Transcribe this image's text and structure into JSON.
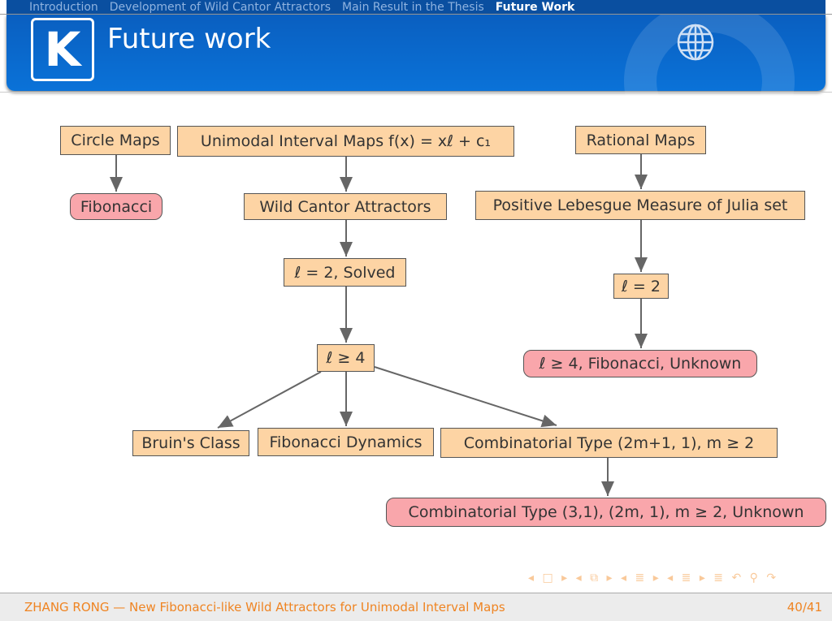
{
  "nav": {
    "items": [
      "Introduction",
      "Development of Wild Cantor Attractors",
      "Main Result in the Thesis",
      "Future Work"
    ],
    "active": 3
  },
  "header": {
    "title": "Future work",
    "logo_letter": "K"
  },
  "nodes": {
    "circle_maps": "Circle Maps",
    "unimodal": "Unimodal Interval Maps f(x) = xℓ + c₁",
    "rational": "Rational Maps",
    "fibonacci": "Fibonacci",
    "wild_cantor": "Wild Cantor Attractors",
    "lebesgue": "Positive Lebesgue Measure of Julia set",
    "l2_solved": "ℓ = 2, Solved",
    "l2": "ℓ = 2",
    "l4": "ℓ ≥ 4",
    "l4_unknown": "ℓ ≥ 4, Fibonacci, Unknown",
    "bruin": "Bruin's Class",
    "fib_dyn": "Fibonacci Dynamics",
    "comb_type": "Combinatorial Type (2m+1, 1), m ≥ 2",
    "comb_unknown": "Combinatorial Type (3,1), (2m, 1), m ≥ 2, Unknown"
  },
  "nav_symbols": "◂ □ ▸ ◂ ⧉ ▸ ◂ ≣ ▸ ◂ ≣ ▸ ≣ ↶ ⚲ ↷",
  "footer": {
    "left": "ZHANG RONG — New Fibonacci-like Wild Attractors for Unimodal Interval Maps",
    "page": "40/41"
  },
  "colors": {
    "box": "#fdd4a4",
    "red_box": "#f9a6ab",
    "header": "#0a64c8",
    "footer_text": "#ef8422"
  }
}
